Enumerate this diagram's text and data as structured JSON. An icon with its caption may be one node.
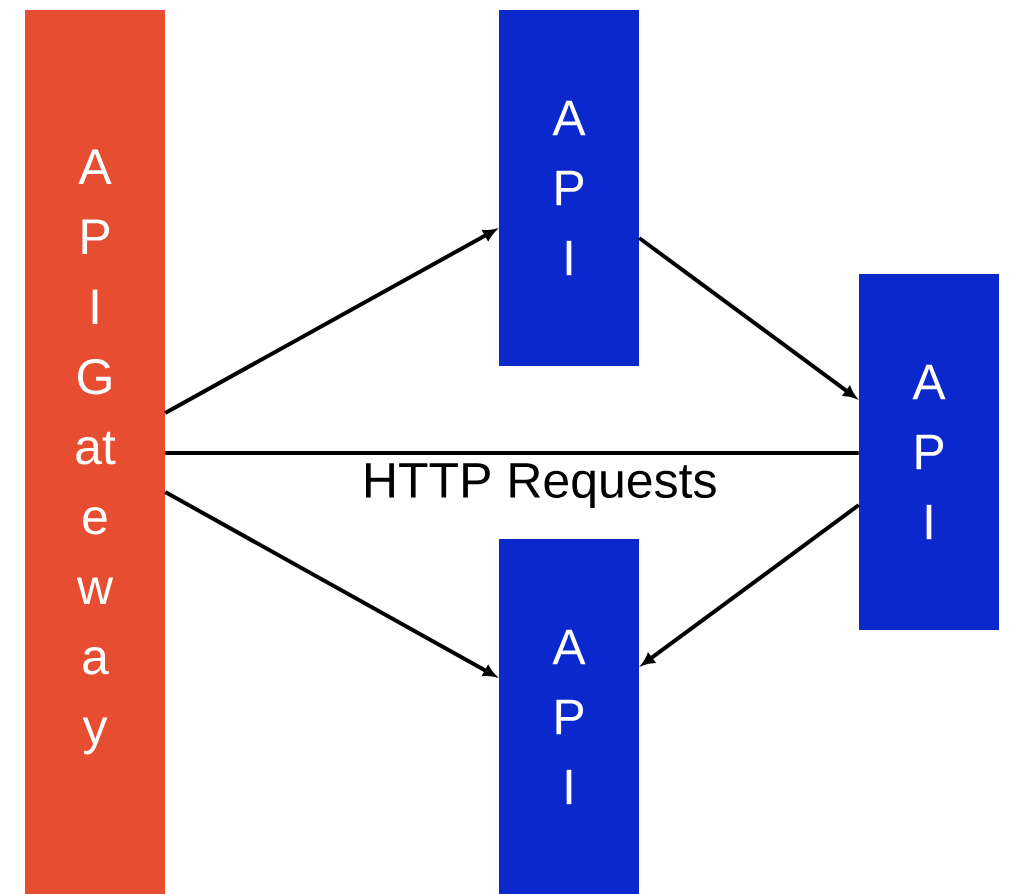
{
  "diagram": {
    "nodes": [
      {
        "text": [
          "API Gateway"
        ]
      },
      {
        "text": [
          "API"
        ]
      },
      {
        "text": [
          "API"
        ]
      },
      {
        "text": [
          "API"
        ]
      }
    ],
    "edges": [
      {
        "from": 0,
        "to": 1,
        "arrow": "to"
      },
      {
        "from": 1,
        "to": 2,
        "arrow": "to"
      },
      {
        "from": 0,
        "to": 2,
        "arrow": "none",
        "label": "HTTP Requests"
      },
      {
        "from": 0,
        "to": 3,
        "arrow": "to"
      },
      {
        "from": 2,
        "to": 3,
        "arrow": "to"
      }
    ]
  }
}
